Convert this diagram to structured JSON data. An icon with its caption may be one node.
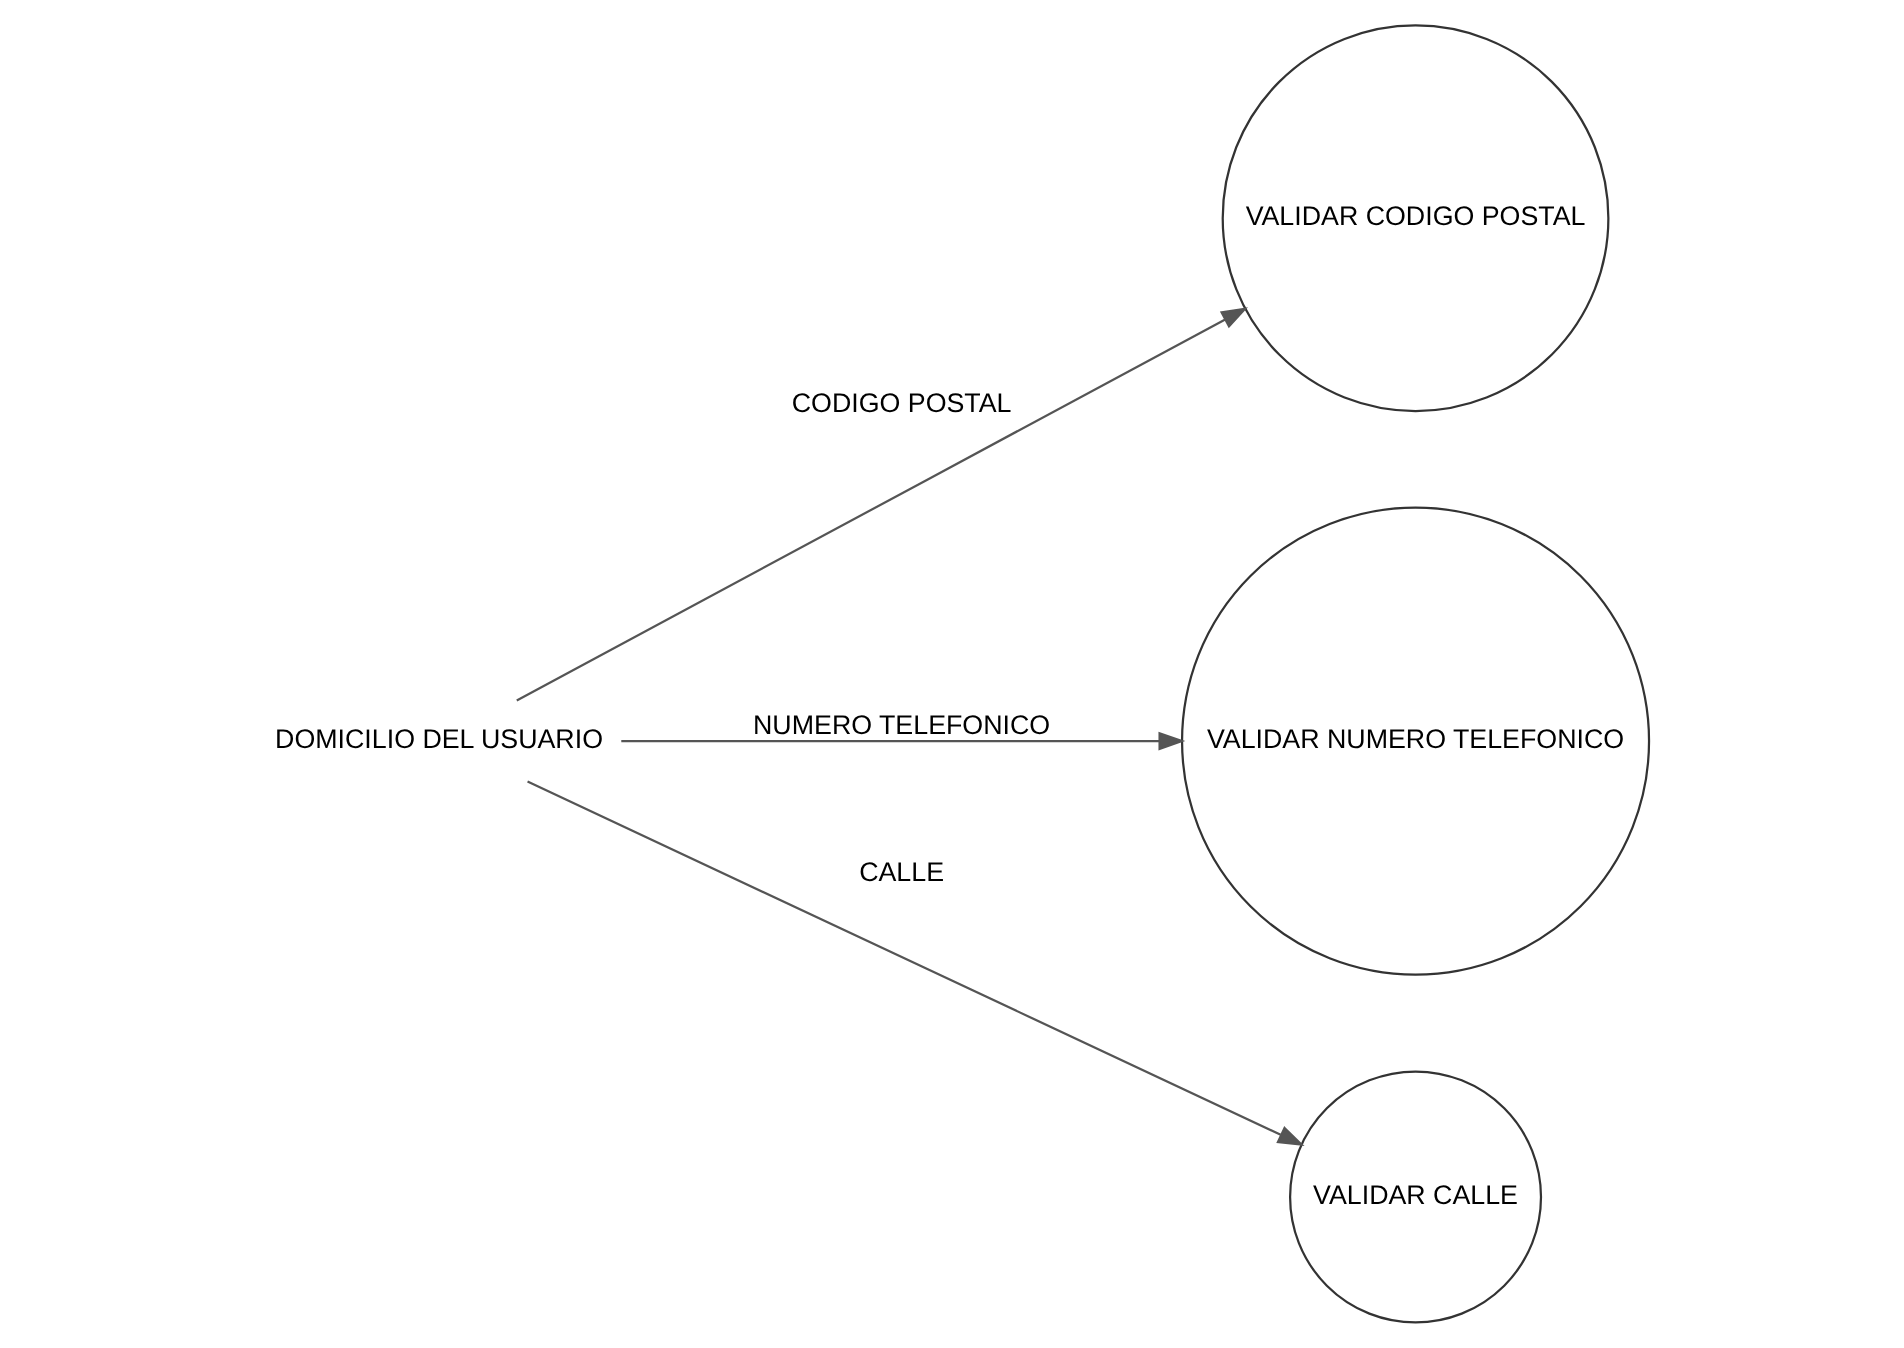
{
  "diagram": {
    "nodes": [
      {
        "text": [
          "DOMICILIO DEL USUARIO"
        ]
      },
      {
        "text": [
          "VALIDAR CODIGO POSTAL"
        ]
      },
      {
        "text": [
          "VALIDAR NUMERO TELEFONICO"
        ]
      },
      {
        "text": [
          "VALIDAR CALLE"
        ]
      }
    ],
    "edges": [
      {
        "from": 0,
        "to": 1,
        "arrow": "to",
        "label": "CODIGO POSTAL"
      },
      {
        "from": 0,
        "to": 2,
        "arrow": "to",
        "label": "NUMERO TELEFONICO"
      },
      {
        "from": 0,
        "to": 3,
        "arrow": "to",
        "label": "CALLE"
      }
    ]
  }
}
